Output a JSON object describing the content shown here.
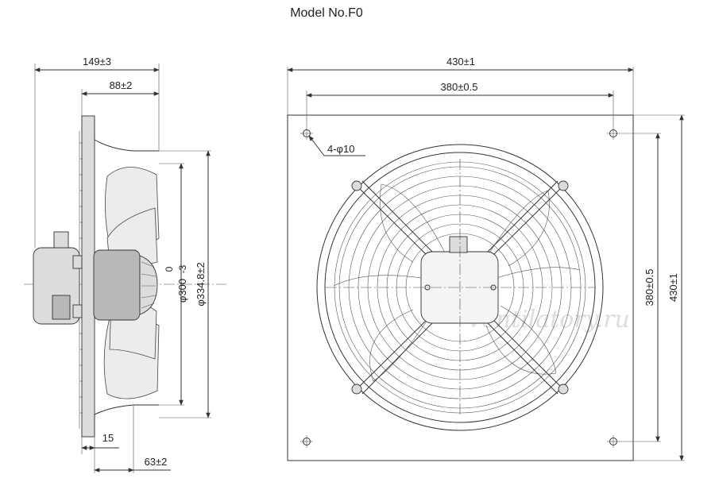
{
  "title": "Model No.F0",
  "watermark": "Ventilatory.ru",
  "side_view": {
    "overall_depth": "149±3",
    "hub_depth": "88±2",
    "flange_thickness": "15",
    "guard_depth": "63±2",
    "blade_diameter": "φ300  0 -3",
    "blade_dia_text": "φ300",
    "tol_upper": "0",
    "tol_lower": "-3",
    "ring_diameter": "φ334.8±2"
  },
  "front_view": {
    "plate_width": "430±1",
    "hole_spacing_h": "380±0.5",
    "mounting_holes": "4-φ10",
    "hole_spacing_v": "380±0.5",
    "plate_height": "430±1"
  }
}
